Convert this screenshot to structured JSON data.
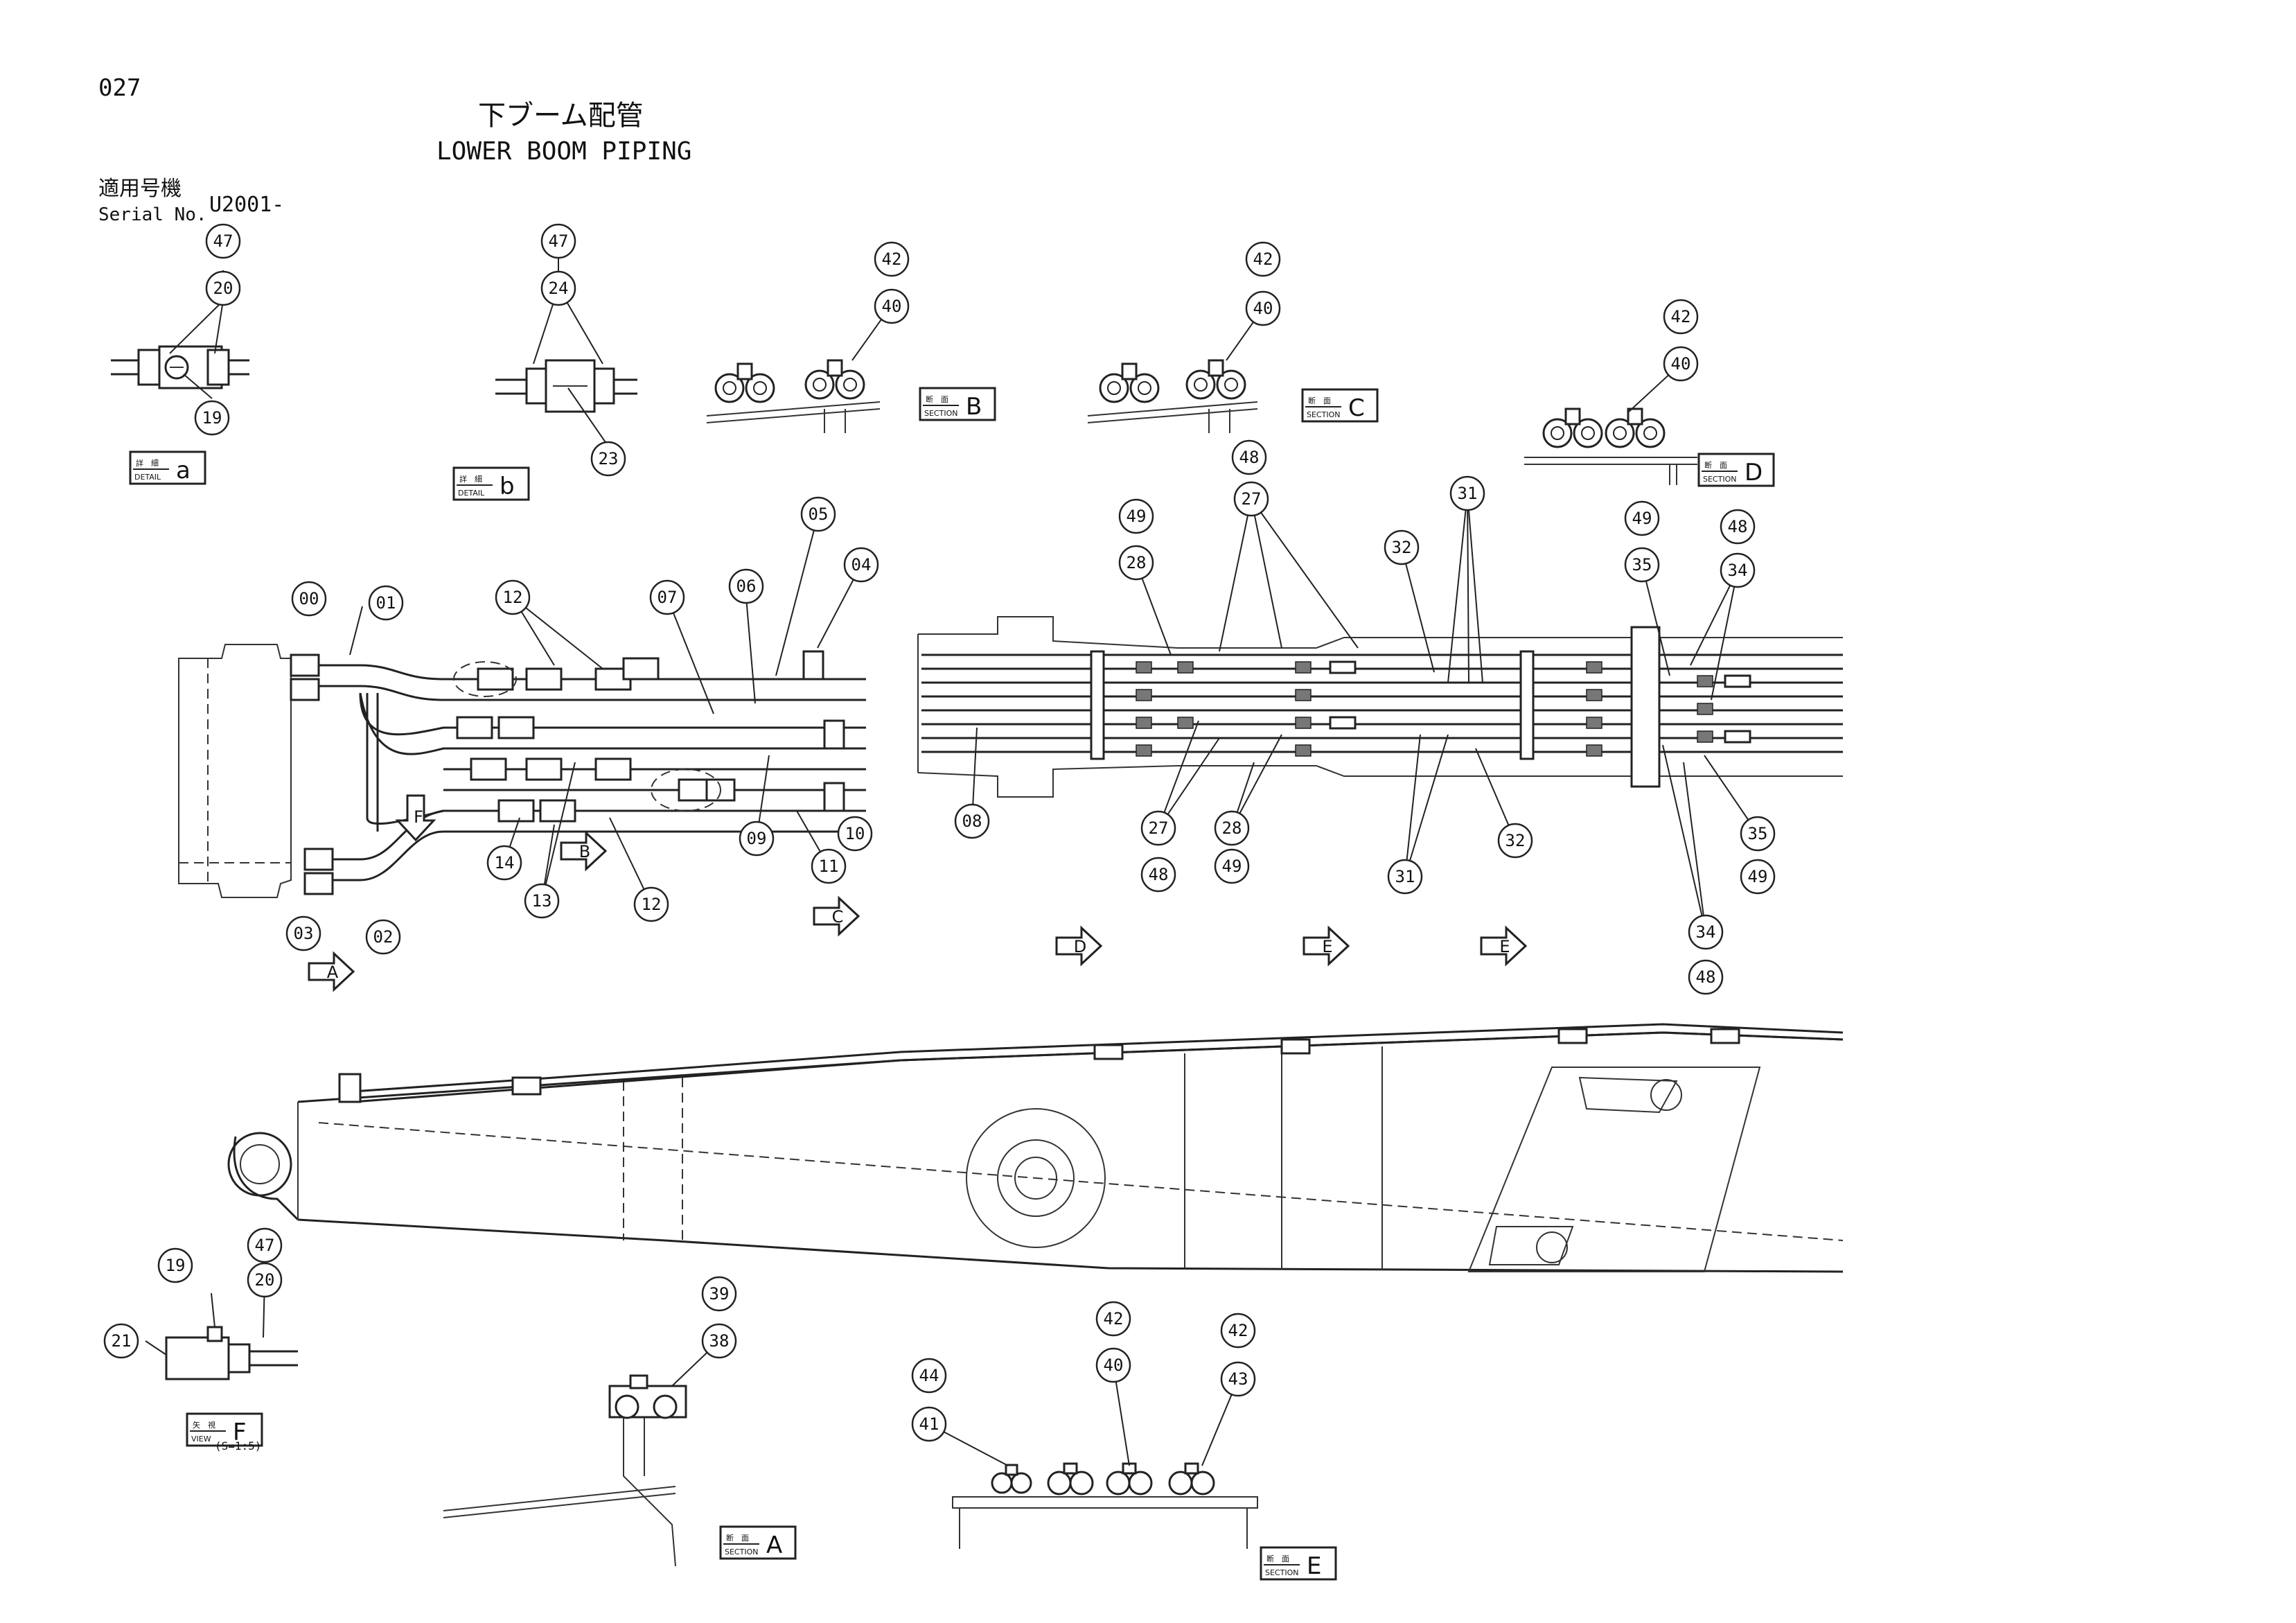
{
  "page_number": "027",
  "title_jp": "下ブーム配管",
  "title_en": "LOWER BOOM PIPING",
  "serial": {
    "label_jp": "適用号機",
    "label_en": "Serial No.",
    "value": "U2001-"
  },
  "detail_labels": [
    {
      "top": "詳　細",
      "bottom": "DETAIL",
      "letter": "a"
    },
    {
      "top": "詳　細",
      "bottom": "DETAIL",
      "letter": "b"
    },
    {
      "top": "断　面",
      "bottom": "SECTION",
      "letter": "B"
    },
    {
      "top": "断　面",
      "bottom": "SECTION",
      "letter": "C"
    },
    {
      "top": "断　面",
      "bottom": "SECTION",
      "letter": "D"
    },
    {
      "top": "矢　視",
      "bottom": "VIEW",
      "letter": "F"
    },
    {
      "top": "断　面",
      "bottom": "SECTION",
      "letter": "A"
    },
    {
      "top": "断　面",
      "bottom": "SECTION",
      "letter": "E"
    }
  ],
  "scale_note": "(S=1:5)",
  "view_arrows": [
    "F",
    "B",
    "C",
    "A",
    "D",
    "E",
    "E"
  ],
  "callouts": [
    "47",
    "20",
    "19",
    "47",
    "24",
    "23",
    "42",
    "40",
    "42",
    "40",
    "42",
    "40",
    "00",
    "01",
    "12",
    "07",
    "06",
    "05",
    "04",
    "14",
    "13",
    "12",
    "09",
    "11",
    "10",
    "03",
    "02",
    "49",
    "28",
    "48",
    "27",
    "32",
    "31",
    "49",
    "35",
    "48",
    "34",
    "08",
    "27",
    "48",
    "28",
    "49",
    "31",
    "32",
    "35",
    "49",
    "34",
    "48",
    "19",
    "47",
    "20",
    "21",
    "39",
    "38",
    "42",
    "40",
    "42",
    "43",
    "44",
    "41"
  ]
}
